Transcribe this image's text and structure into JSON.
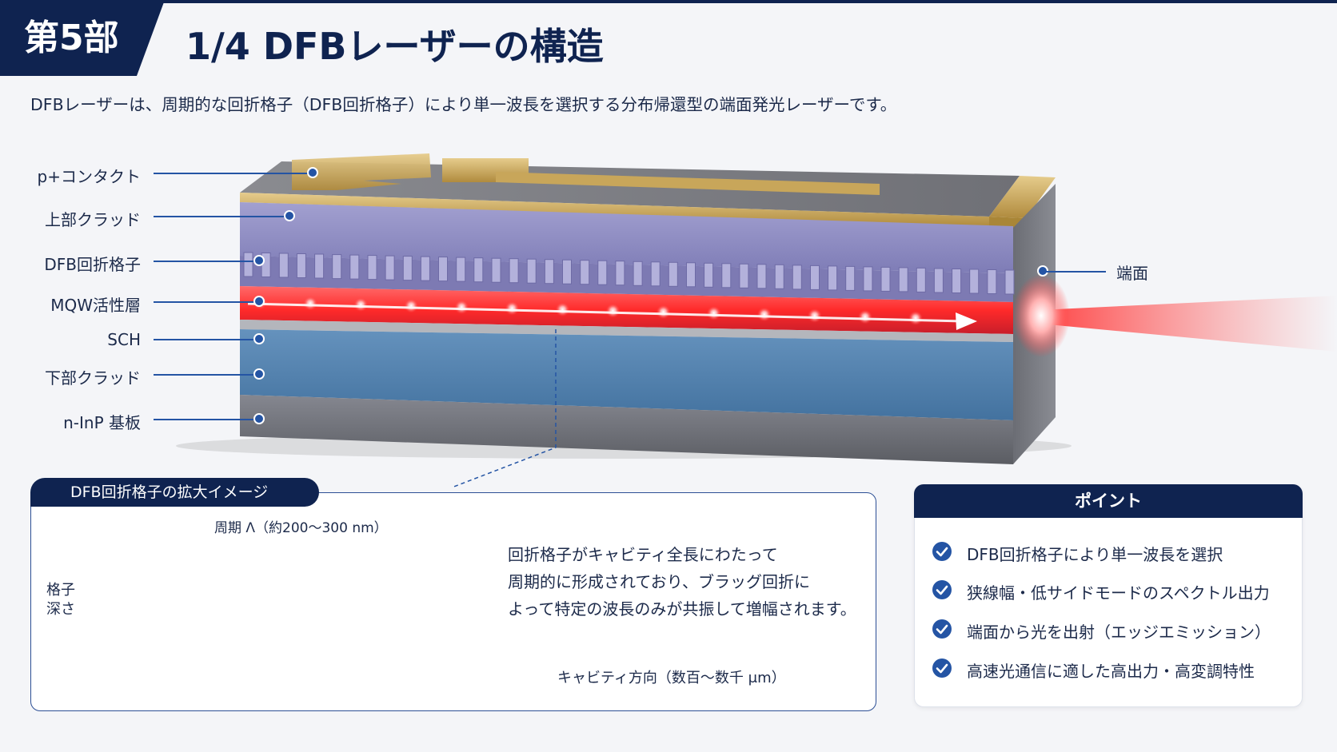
{
  "header": {
    "part_badge": "第5部",
    "title": "1/4  DFBレーザーの構造",
    "subtitle": "DFBレーザーは、周期的な回折格子（DFB回折格子）により単一波長を選択する分布帰還型の端面発光レーザーです。"
  },
  "layers": [
    {
      "label": "p+コンタクト"
    },
    {
      "label": "上部クラッド"
    },
    {
      "label": "DFB回折格子"
    },
    {
      "label": "MQW活性層"
    },
    {
      "label": "SCH"
    },
    {
      "label": "下部クラッド"
    },
    {
      "label": "n-InP 基板"
    }
  ],
  "facet_label": "端面",
  "inset": {
    "tab_title": "DFB回折格子の拡大イメージ",
    "period_label": "周期 Λ（約200〜300 nm）",
    "depth_label_1": "格子",
    "depth_label_2": "深さ",
    "desc_lines": [
      "回折格子がキャビティ全長にわたって",
      "周期的に形成されており、ブラッグ回折に",
      "よって特定の波長のみが共振して増幅されます。"
    ],
    "cavity_label": "キャビティ方向（数百〜数千 μm）"
  },
  "points": {
    "title": "ポイント",
    "items": [
      "DFB回折格子により単一波長を選択",
      "狭線幅・低サイドモードのスペクトル出力",
      "端面から光を出射（エッジエミッション）",
      "高速光通信に適した高出力・高変調特性"
    ]
  },
  "colors": {
    "navy": "#0f2350",
    "accent_blue": "#2454a4",
    "cladding_purple": "#8e8cc4",
    "lower_cladding_blue": "#4f7fae",
    "substrate_gray": "#6e7075",
    "gold": "#c9a55a",
    "laser_red": "#ff2a2a"
  },
  "icons": {
    "check": "check-circle-icon"
  }
}
